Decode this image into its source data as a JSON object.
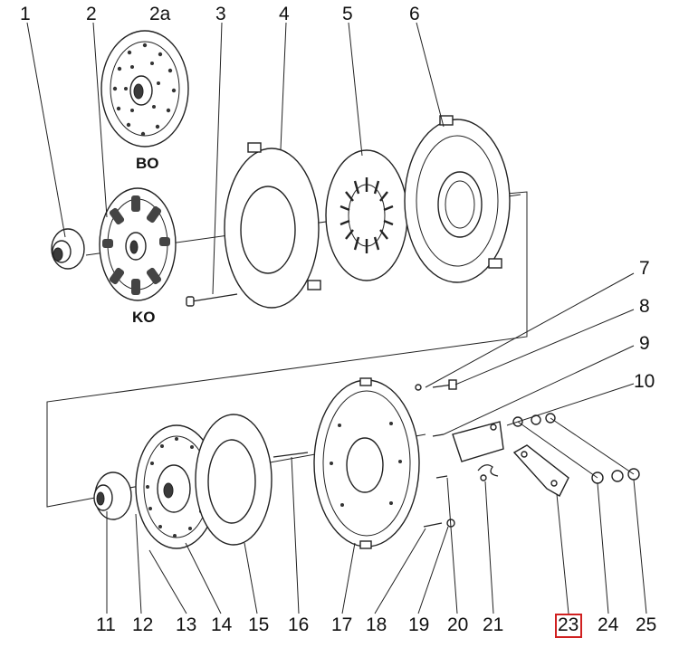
{
  "part_numbers": [
    "1",
    "2",
    "2a",
    "3",
    "4",
    "5",
    "6",
    "7",
    "8",
    "9",
    "10",
    "11",
    "12",
    "13",
    "14",
    "15",
    "16",
    "17",
    "18",
    "19",
    "20",
    "21",
    "23",
    "24",
    "25"
  ],
  "disc_labels": {
    "upper": "BO",
    "lower": "KO"
  },
  "highlight": {
    "part": "23",
    "color": "#d02020"
  }
}
